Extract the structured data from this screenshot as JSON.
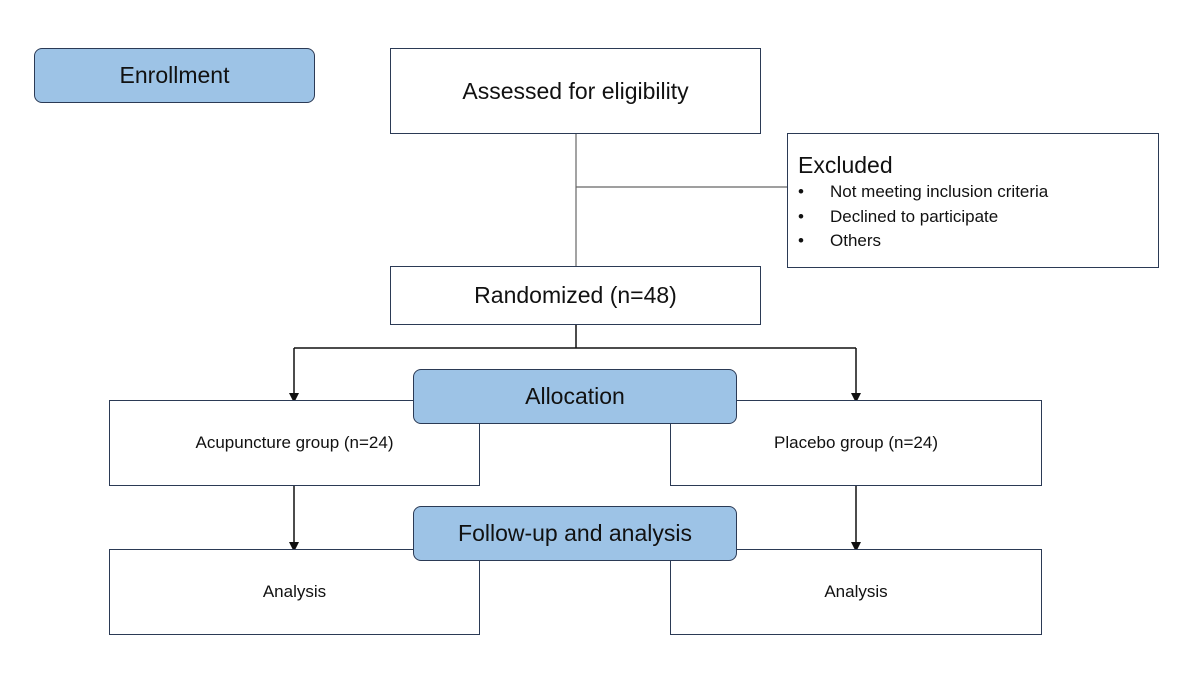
{
  "stages": {
    "enrollment": "Enrollment",
    "allocation": "Allocation",
    "followup": "Follow-up and analysis"
  },
  "boxes": {
    "assessed": "Assessed for eligibility",
    "randomized": "Randomized (n=48)",
    "acupuncture": "Acupuncture group (n=24)",
    "placebo": "Placebo group (n=24)",
    "analysis_left": "Analysis",
    "analysis_right": "Analysis"
  },
  "excluded": {
    "title": "Excluded",
    "bullet": "•",
    "items": [
      "Not meeting inclusion criteria",
      "Declined to participate",
      "Others"
    ]
  },
  "colors": {
    "stage_fill": "#9dc3e6",
    "border": "#2b3a55",
    "connector": "#555555"
  }
}
